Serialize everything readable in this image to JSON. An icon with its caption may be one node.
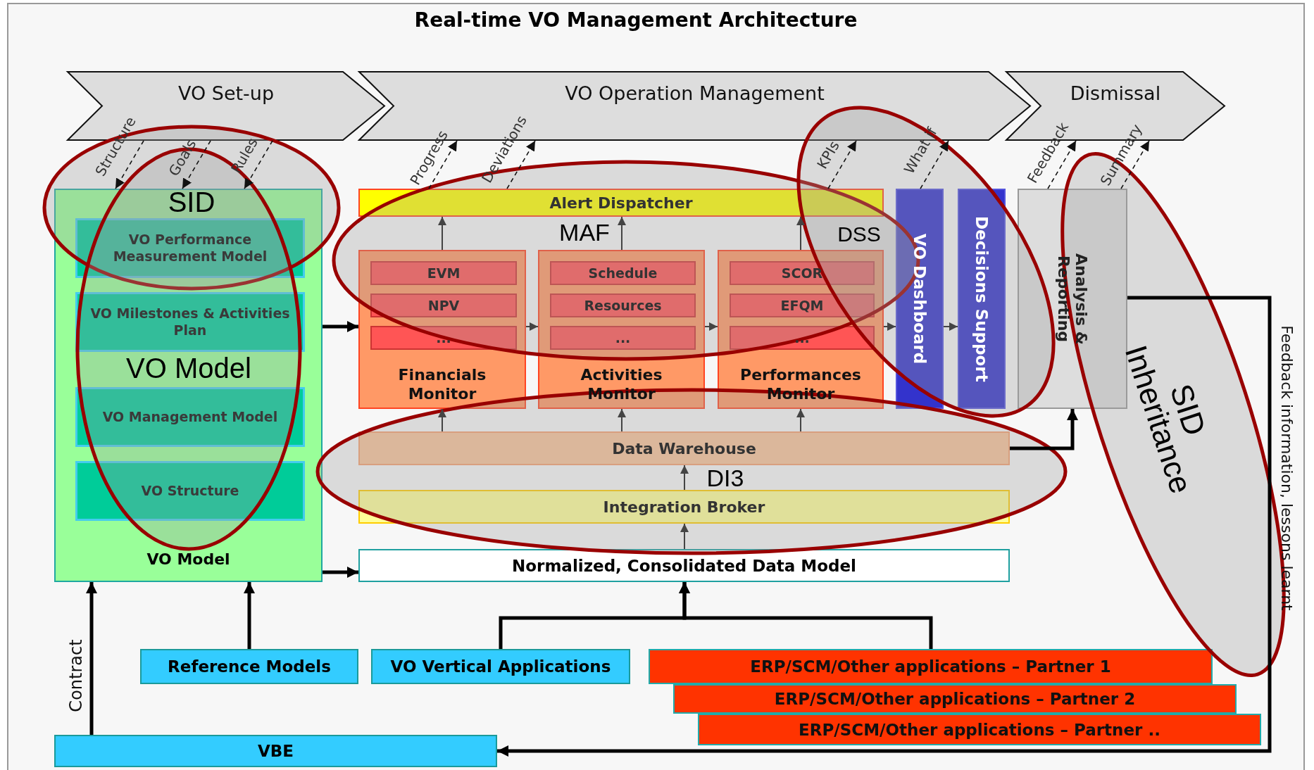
{
  "diagram": {
    "title": "Real-time VO Management Architecture",
    "nodes": [
      {
        "text": [
          "VO Set-up"
        ]
      },
      {
        "text": [
          "VO Operation Management"
        ]
      },
      {
        "text": [
          "Dismissal"
        ]
      },
      {
        "text": [
          "VO Model"
        ]
      },
      {
        "text": [
          "VO Performance Measurement Model"
        ],
        "in": 3
      },
      {
        "text": [
          "VO Milestones & Activities Plan"
        ],
        "in": 3
      },
      {
        "text": [
          "VO Management Model"
        ],
        "in": 3
      },
      {
        "text": [
          "VO Structure"
        ],
        "in": 3
      },
      {
        "text": [
          "Alert Dispatcher"
        ]
      },
      {
        "text": [
          "Financials Monitor"
        ]
      },
      {
        "text": [
          "EVM"
        ],
        "in": 9
      },
      {
        "text": [
          "NPV"
        ],
        "in": 9
      },
      {
        "text": [
          "..."
        ],
        "in": 9
      },
      {
        "text": [
          "Activities Monitor"
        ]
      },
      {
        "text": [
          "Schedule"
        ],
        "in": 13
      },
      {
        "text": [
          "Resources"
        ],
        "in": 13
      },
      {
        "text": [
          "..."
        ],
        "in": 13
      },
      {
        "text": [
          "Performances Monitor"
        ]
      },
      {
        "text": [
          "SCOR"
        ],
        "in": 17
      },
      {
        "text": [
          "EFQM"
        ],
        "in": 17
      },
      {
        "text": [
          "..."
        ],
        "in": 17
      },
      {
        "text": [
          "VO Dashboard"
        ]
      },
      {
        "text": [
          "Decisions Support"
        ]
      },
      {
        "text": [
          "Analysis & Reporting"
        ]
      },
      {
        "text": [
          "Data Warehouse"
        ]
      },
      {
        "text": [
          "Integration Broker"
        ]
      },
      {
        "text": [
          "Normalized, Consolidated Data Model"
        ]
      },
      {
        "text": [
          "Reference Models"
        ]
      },
      {
        "text": [
          "VO Vertical Applications"
        ]
      },
      {
        "text": [
          "ERP/SCM/Other applications – Partner 1"
        ]
      },
      {
        "text": [
          "ERP/SCM/Other applications – Partner 2"
        ]
      },
      {
        "text": [
          "ERP/SCM/Other applications – Partner .."
        ]
      },
      {
        "text": [
          "VBE"
        ]
      }
    ],
    "labels": [
      "SID",
      "VO Model",
      "MAF",
      "DSS",
      "DI3",
      "SID Inheritance"
    ],
    "edges": [
      {
        "from": 0,
        "to": 3,
        "arrow": "to",
        "style": "dashed",
        "label": "Structure"
      },
      {
        "from": 0,
        "to": 3,
        "arrow": "to",
        "style": "dashed",
        "label": "Goals"
      },
      {
        "from": 0,
        "to": 3,
        "arrow": "to",
        "style": "dashed",
        "label": "Rules"
      },
      {
        "from": 8,
        "to": 1,
        "arrow": "to",
        "style": "dashed",
        "label": "Progress"
      },
      {
        "from": 8,
        "to": 1,
        "arrow": "to",
        "style": "dashed",
        "label": "Deviations"
      },
      {
        "from": 8,
        "to": 1,
        "arrow": "to",
        "style": "dashed",
        "label": "KPIs"
      },
      {
        "from": 21,
        "to": 1,
        "arrow": "to",
        "style": "dashed",
        "label": "What if"
      },
      {
        "from": 23,
        "to": 2,
        "arrow": "to",
        "style": "dashed",
        "label": "Feedback"
      },
      {
        "from": 23,
        "to": 2,
        "arrow": "to",
        "style": "dashed",
        "label": "Summary"
      },
      {
        "from": 3,
        "to": 9,
        "arrow": "to",
        "style": "thick"
      },
      {
        "from": 9,
        "to": 13,
        "arrow": "to"
      },
      {
        "from": 13,
        "to": 17,
        "arrow": "to"
      },
      {
        "from": 17,
        "to": 21,
        "arrow": "to"
      },
      {
        "from": 21,
        "to": 22,
        "arrow": "to"
      },
      {
        "from": 9,
        "to": 8,
        "arrow": "to"
      },
      {
        "from": 13,
        "to": 8,
        "arrow": "to"
      },
      {
        "from": 17,
        "to": 8,
        "arrow": "to"
      },
      {
        "from": 24,
        "to": 9,
        "arrow": "to"
      },
      {
        "from": 24,
        "to": 13,
        "arrow": "to"
      },
      {
        "from": 24,
        "to": 17,
        "arrow": "to"
      },
      {
        "from": 25,
        "to": 24,
        "arrow": "to"
      },
      {
        "from": 26,
        "to": 25,
        "arrow": "to"
      },
      {
        "from": 3,
        "to": 26,
        "arrow": "to",
        "style": "thick"
      },
      {
        "from": 27,
        "to": 3,
        "arrow": "to",
        "style": "thick"
      },
      {
        "from": 32,
        "to": 3,
        "arrow": "to",
        "style": "thick",
        "label": "Contract"
      },
      {
        "from": 28,
        "to": 26,
        "arrow": "to",
        "style": "thick"
      },
      {
        "from": 29,
        "to": 26,
        "arrow": "to",
        "style": "thick"
      },
      {
        "from": 24,
        "to": 23,
        "arrow": "to",
        "style": "thick"
      },
      {
        "from": 23,
        "to": 32,
        "arrow": "to",
        "style": "thick",
        "label": "Feedback information, lessons learnt"
      }
    ]
  }
}
